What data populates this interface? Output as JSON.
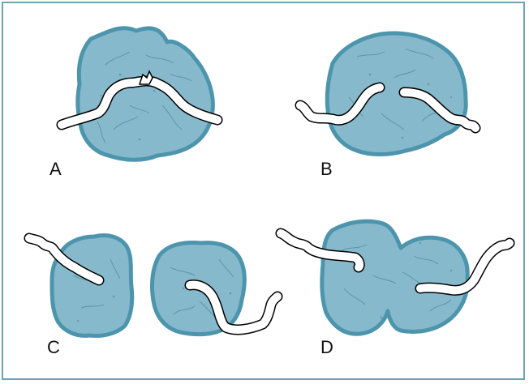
{
  "panels": [
    {
      "id": "A",
      "label": "A"
    },
    {
      "id": "B",
      "label": "B"
    },
    {
      "id": "C",
      "label": "C"
    },
    {
      "id": "D",
      "label": "D"
    }
  ],
  "colors": {
    "frame": "#6fa3b4",
    "tissue_fill": "#86b9cc",
    "tissue_stroke": "#4c95ad",
    "vessel_outline": "#000000",
    "vessel_lumen": "#ffffff"
  }
}
